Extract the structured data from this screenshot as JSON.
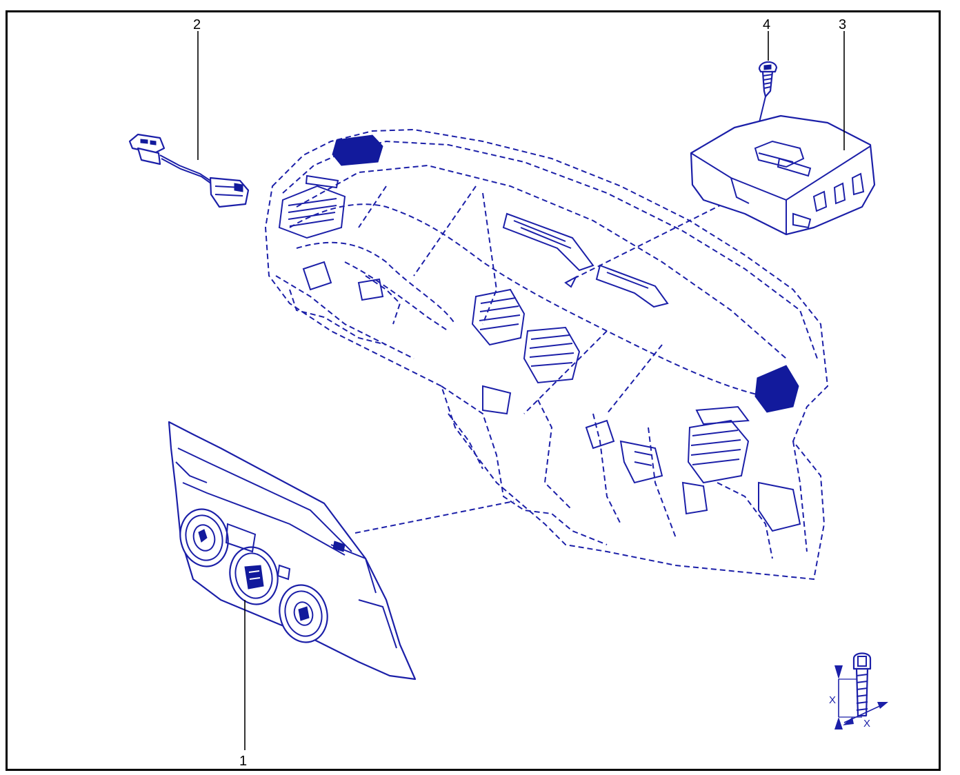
{
  "diagram": {
    "colors": {
      "frame": "#000000",
      "parts": "#1b1fa8",
      "fill_dark": "#121a9c"
    },
    "callouts": [
      {
        "id": "1",
        "label": "1"
      },
      {
        "id": "2",
        "label": "2"
      },
      {
        "id": "3",
        "label": "3"
      },
      {
        "id": "4",
        "label": "4"
      }
    ],
    "torque_symbol": {
      "label_x_left": "X",
      "label_x_bottom": "X"
    }
  }
}
